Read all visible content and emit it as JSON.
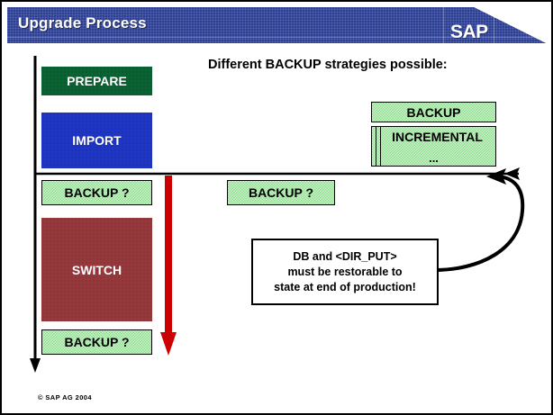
{
  "slide": {
    "header": {
      "title": "Upgrade Process",
      "logo": "SAP",
      "bar_color": "#2d3f94"
    },
    "heading": "Different BACKUP strategies possible:",
    "phases": [
      {
        "label": "PREPARE",
        "color": "#0b6233",
        "text_color": "#ffffff"
      },
      {
        "label": "IMPORT",
        "color": "#1f35c4",
        "text_color": "#ffffff"
      },
      {
        "label": "BACKUP ?",
        "color": "#8fe08f",
        "text_color": "#000000"
      },
      {
        "label": "SWITCH",
        "color": "#96393d",
        "text_color": "#ffffff"
      },
      {
        "label": "BACKUP ?",
        "color": "#8fe08f",
        "text_color": "#000000"
      }
    ],
    "middle_backup": {
      "label": "BACKUP ?"
    },
    "strategy_boxes": [
      {
        "label": "BACKUP"
      },
      {
        "label": "INCREMENTAL",
        "sub_label": "..."
      }
    ],
    "callout": {
      "line1": "DB and <DIR_PUT>",
      "line2": "must be restorable to",
      "line3": "state at end of production!"
    },
    "arrows": {
      "timeline_color": "#000000",
      "switch_marker_color": "#cc0000"
    },
    "footer": "©  SAP AG 2004"
  }
}
